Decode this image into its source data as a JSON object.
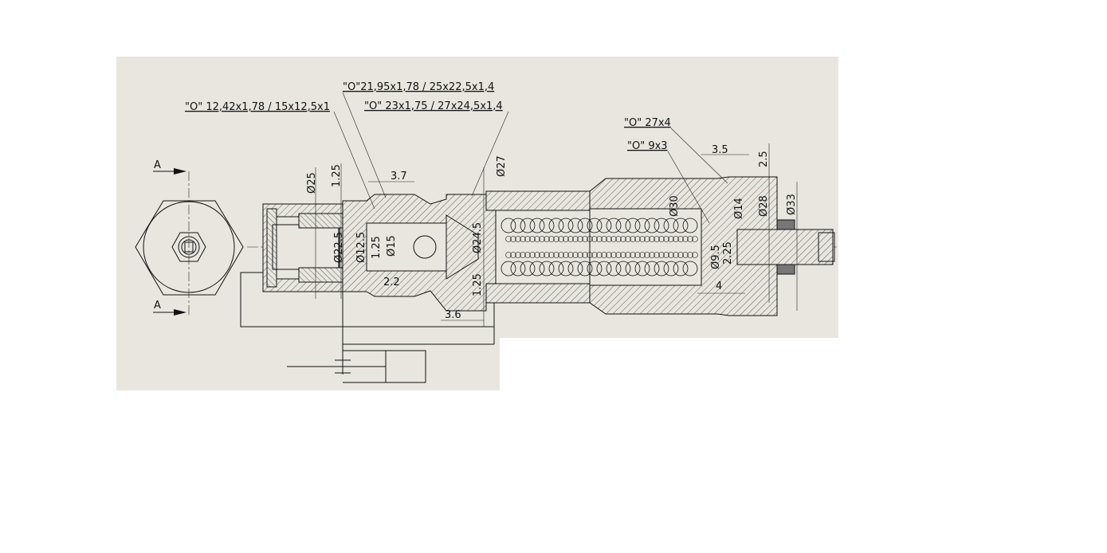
{
  "colors": {
    "sheet": "#e8e6de",
    "line": "#111111",
    "background": "#ffffff"
  },
  "section_marks": [
    "A",
    "A"
  ],
  "callouts": [
    "\"O\" 12,42x1,78 / 15x12,5x1",
    "\"O\"21,95x1,78 / 25x22,5x1,4",
    "\"O\" 23x1,75 / 27x24,5x1,4",
    "\"O\" 27x4",
    "\"O\" 9x3"
  ],
  "dimensions": {
    "d25": "Ø25",
    "l125a": "1.25",
    "l37": "3.7",
    "d27": "Ø27",
    "l35": "3.5",
    "l25": "2.5",
    "d33": "Ø33",
    "d28": "Ø28",
    "d14": "Ø14",
    "d30": "Ø30",
    "d225": "Ø22.5",
    "d125": "Ø12.5",
    "l125b": "1.25",
    "d15": "Ø15",
    "d245": "Ø24.5",
    "l125c": "1.25",
    "l22": "2.2",
    "l36": "3.6",
    "d95": "Ø9.5",
    "l225": "2.25",
    "l4": "4"
  }
}
